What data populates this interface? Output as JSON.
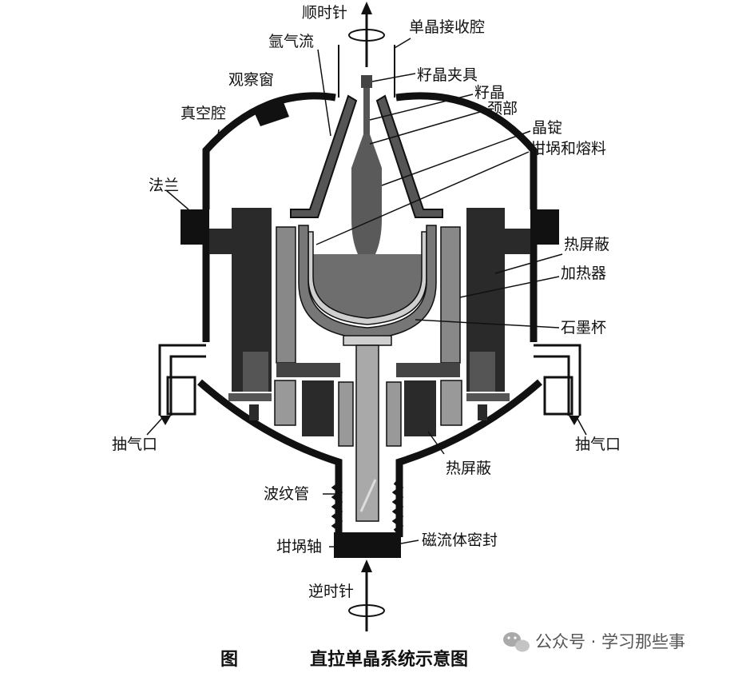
{
  "labels": {
    "clockwise": "顺时针",
    "argon_flow": "氩气流",
    "receiving_chamber": "单晶接收腔",
    "seed_chuck": "籽晶夹具",
    "observation_window": "观察窗",
    "seed": "籽晶",
    "neck": "颈部",
    "vacuum_chamber": "真空腔",
    "ingot": "晶锭",
    "crucible_melt": "坩埚和熔料",
    "flange": "法兰",
    "heat_shield_top": "热屏蔽",
    "heater": "加热器",
    "graphite_cup": "石墨杯",
    "exhaust_left": "抽气口",
    "exhaust_right": "抽气口",
    "heat_shield_bottom": "热屏蔽",
    "bellows": "波纹管",
    "crucible_shaft": "坩埚轴",
    "magnetic_seal": "磁流体密封",
    "counterclockwise": "逆时针"
  },
  "caption": {
    "figure": "图",
    "title": "直拉单晶系统示意图"
  },
  "watermark": {
    "text": "公众号 · 学习那些事"
  },
  "colors": {
    "chamber": "#111111",
    "heater": "#2a2a2a",
    "shield": "#777777",
    "melt": "#6e6e6e",
    "shaft": "#a9a9a9"
  }
}
